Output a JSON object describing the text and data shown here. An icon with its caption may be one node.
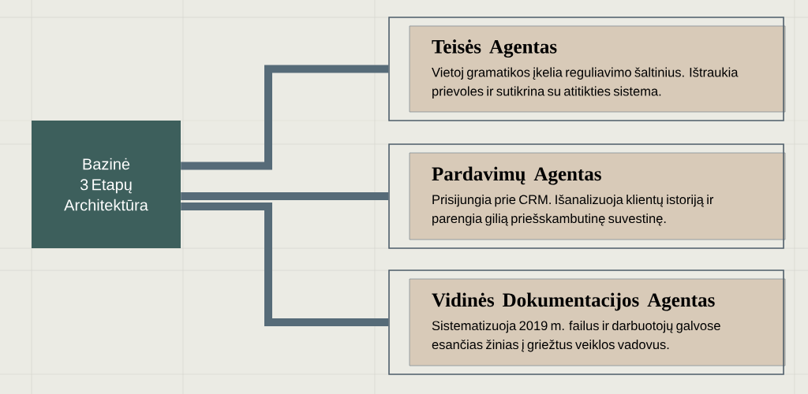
{
  "diagram": {
    "nodes": [
      {
        "text": [
          "Bazinė 3 Etapų Architektūra"
        ]
      },
      {
        "text": [
          "Teisės Agentas",
          "Vietoj gramatikos įkelia reguliavimo šaltinius. Ištraukia prievoles ir sutikrina su atitikties sistema."
        ]
      },
      {
        "text": [
          "Pardavimų Agentas",
          "Prisijungia prie CRM. Išanalizuoja klientų istoriją ir parengia gilią priešskambutinę suvestinę."
        ]
      },
      {
        "text": [
          "Vidinės Dokumentacijos Agentas",
          "Sistematizuoja 2019 m. failus ir darbuotojų galvose esančias žinias į griežtus veiklos vadovus."
        ]
      }
    ],
    "edges": [
      {
        "from": 0,
        "to": 1,
        "arrow": "none"
      },
      {
        "from": 0,
        "to": 2,
        "arrow": "none"
      },
      {
        "from": 0,
        "to": 3,
        "arrow": "none"
      }
    ]
  }
}
